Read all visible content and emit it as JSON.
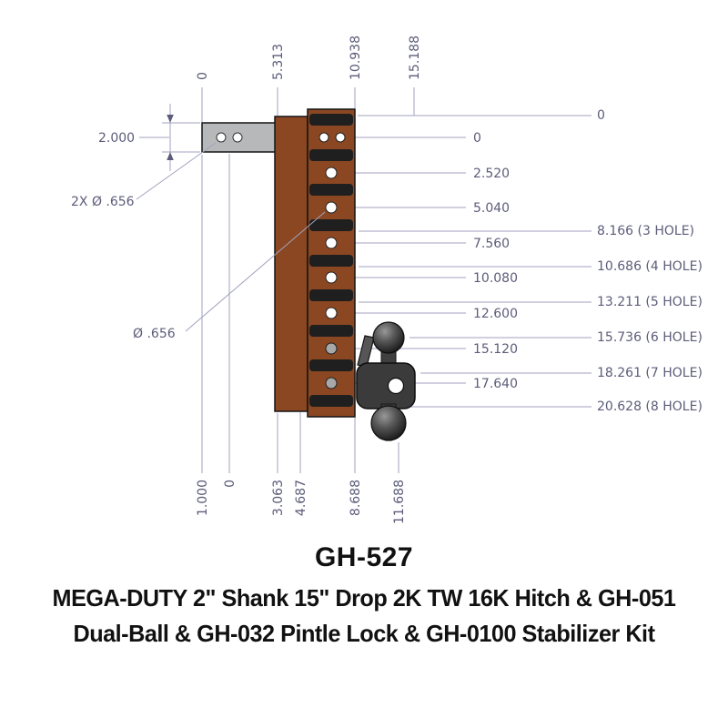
{
  "colors": {
    "dimension_text": "#5c5c7a",
    "dimension_line": "#a2a2bf",
    "drop_bar_brown": "#8a4722",
    "shank_gray": "#b7b8ba",
    "rib_black": "#1f1f1f",
    "title_black": "#111111"
  },
  "drawing": {
    "top_labels": [
      "0",
      "5.313",
      "10.938",
      "15.188"
    ],
    "hole_spacing_labels": [
      "0",
      "2.520",
      "5.040",
      "7.560",
      "10.080",
      "12.600",
      "15.120",
      "17.640"
    ],
    "drop_labels": [
      "0",
      "8.166 (3 HOLE)",
      "10.686 (4 HOLE)",
      "13.211 (5 HOLE)",
      "15.736 (6 HOLE)",
      "18.261 (7 HOLE)",
      "20.628 (8 HOLE)"
    ],
    "left_labels": {
      "shank_height": "2.000",
      "shank_hole_dia": "2X Ø .656",
      "channel_hole_dia": "Ø .656"
    },
    "bottom_labels": [
      "1.000",
      "0",
      "3.063",
      "4.687",
      "8.688",
      "11.688"
    ]
  },
  "title": {
    "model": "GH-527",
    "line1": "MEGA-DUTY 2\" Shank 15\" Drop 2K TW 16K Hitch & GH-051",
    "line2": "Dual-Ball & GH-032 Pintle Lock & GH-0100 Stabilizer Kit"
  }
}
